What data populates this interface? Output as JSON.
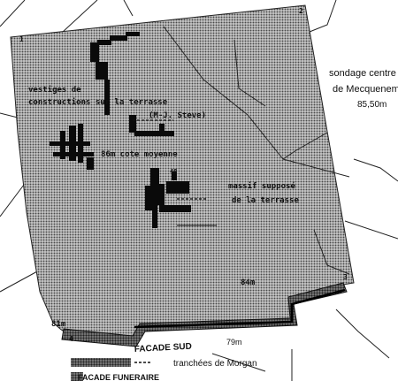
{
  "map": {
    "labels": {
      "sondage_line1": "sondage centre",
      "sondage_line2": "de Mecquenem",
      "sondage_elev": "85,50m",
      "vestiges_line1": "vestiges de",
      "vestiges_line2": "constructions sur la terrasse",
      "vestiges_line3": "(M-J. Steve)",
      "cote_moyenne": "86m cote moyenne",
      "massif_line1": "massif supposé",
      "massif_line2": "de la terrasse",
      "elev_84": "84m",
      "elev_81": "81m",
      "facade_sud": "FACADE SUD",
      "dim_79": "79m",
      "corner_tl": "1",
      "corner_tr": "2",
      "corner_br": "3",
      "corner_bl": "4",
      "small_label": "48"
    },
    "legend": {
      "trench_label": "tranchées de Morgan",
      "facade_label": "FACADE FUNERAIRE"
    }
  }
}
